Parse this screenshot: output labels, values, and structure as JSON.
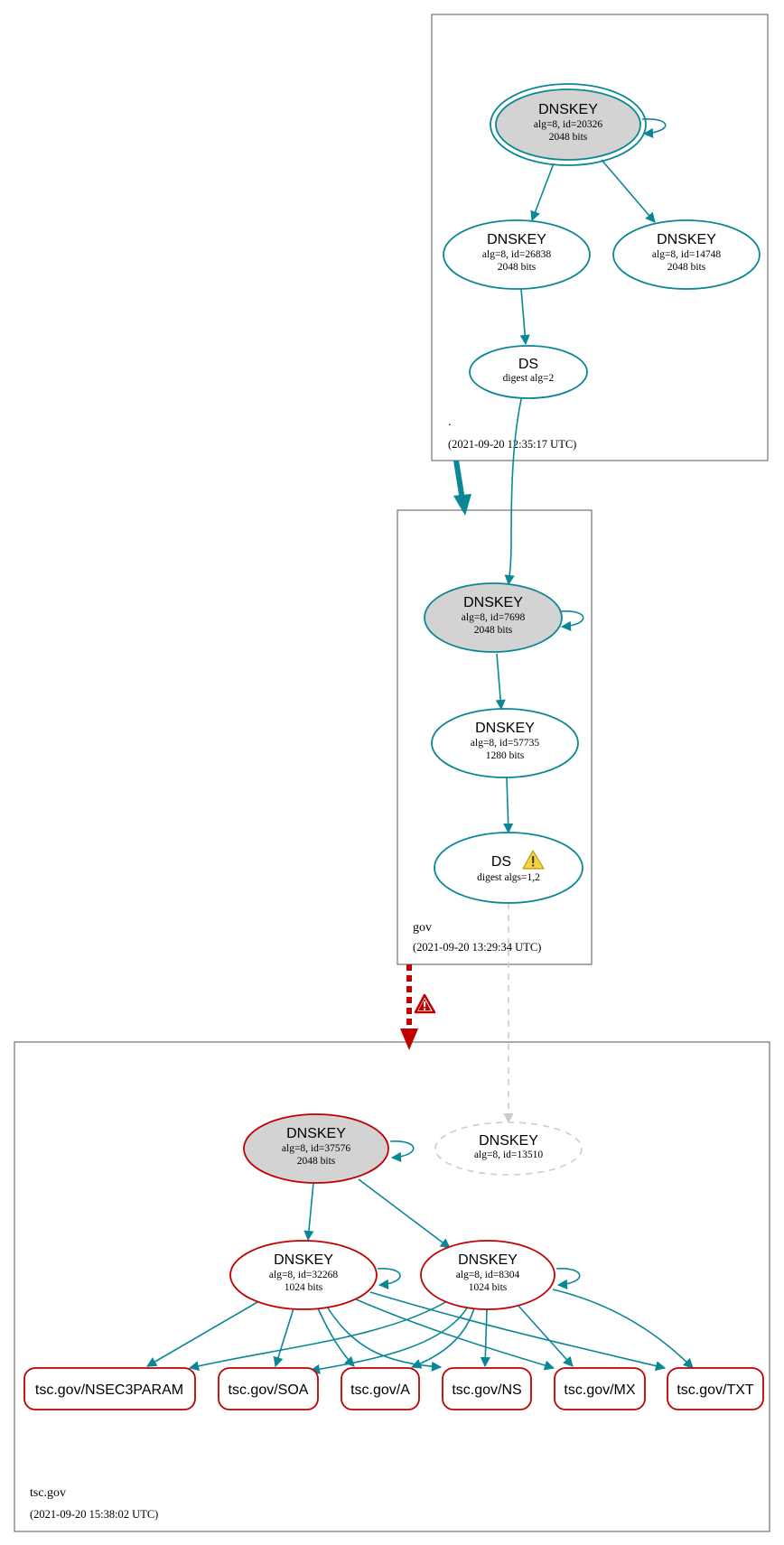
{
  "colors": {
    "secure": "#0a8795",
    "bogus": "#c00000",
    "insecure": "#cccccc",
    "ksk_fill": "#d3d3d3",
    "warning_yellow": "#f5d33b",
    "warning_red": "#c00000"
  },
  "zones": {
    "root": {
      "name": ".",
      "time": "(2021-09-20 12:35:17 UTC)"
    },
    "gov": {
      "name": "gov",
      "time": "(2021-09-20 13:29:34 UTC)"
    },
    "tscgov": {
      "name": "tsc.gov",
      "time": "(2021-09-20 15:38:02 UTC)"
    }
  },
  "nodes": {
    "root_ksk": {
      "title": "DNSKEY",
      "l1": "alg=8, id=20326",
      "l2": "2048 bits"
    },
    "root_zsk1": {
      "title": "DNSKEY",
      "l1": "alg=8, id=26838",
      "l2": "2048 bits"
    },
    "root_zsk2": {
      "title": "DNSKEY",
      "l1": "alg=8, id=14748",
      "l2": "2048 bits"
    },
    "root_ds": {
      "title": "DS",
      "l1": "digest alg=2"
    },
    "gov_ksk": {
      "title": "DNSKEY",
      "l1": "alg=8, id=7698",
      "l2": "2048 bits"
    },
    "gov_zsk": {
      "title": "DNSKEY",
      "l1": "alg=8, id=57735",
      "l2": "1280 bits"
    },
    "gov_ds": {
      "title": "DS",
      "l1": "digest algs=1,2",
      "icon": "warning-icon"
    },
    "tsc_ksk": {
      "title": "DNSKEY",
      "l1": "alg=8, id=37576",
      "l2": "2048 bits"
    },
    "tsc_missing": {
      "title": "DNSKEY",
      "l1": "alg=8, id=13510"
    },
    "tsc_zsk1": {
      "title": "DNSKEY",
      "l1": "alg=8, id=32268",
      "l2": "1024 bits"
    },
    "tsc_zsk2": {
      "title": "DNSKEY",
      "l1": "alg=8, id=8304",
      "l2": "1024 bits"
    }
  },
  "rrsets": {
    "nsec3param": "tsc.gov/NSEC3PARAM",
    "soa": "tsc.gov/SOA",
    "a": "tsc.gov/A",
    "ns": "tsc.gov/NS",
    "mx": "tsc.gov/MX",
    "txt": "tsc.gov/TXT"
  },
  "delegation_warning_icon": "warning-icon"
}
